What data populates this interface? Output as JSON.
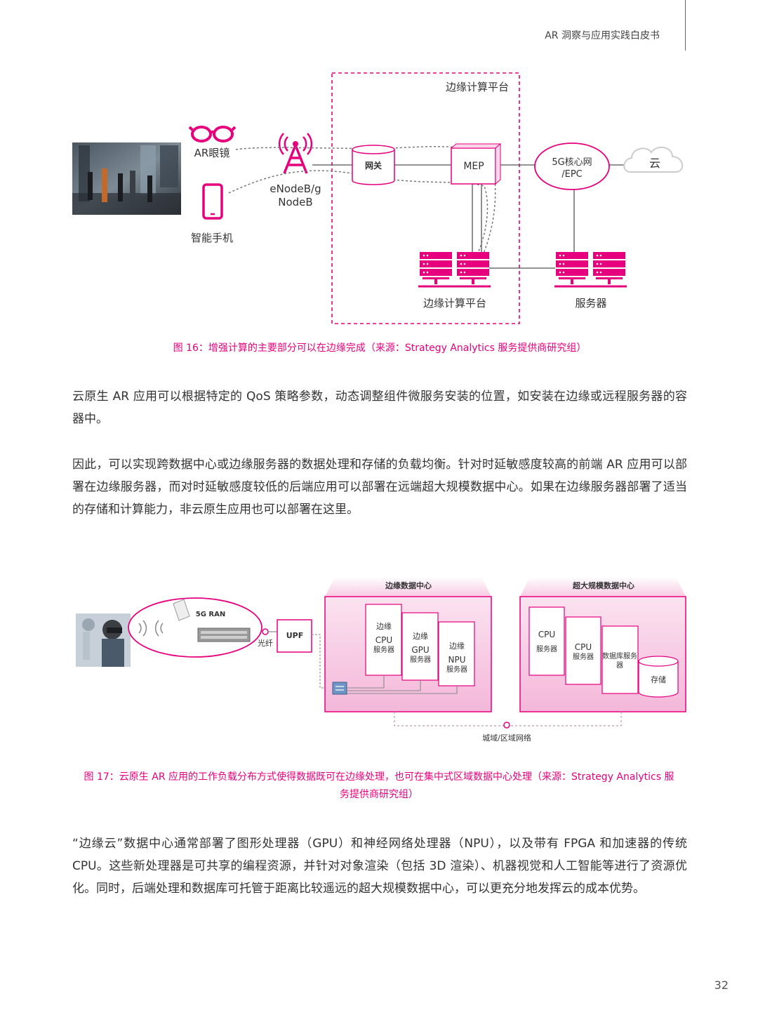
{
  "header": {
    "title": "AR 洞察与应用实践白皮书"
  },
  "page_number": "32",
  "figure16": {
    "platform_title": "边缘计算平台",
    "ar_glasses": "AR眼镜",
    "smartphone": "智能手机",
    "enodeb_line1": "eNodeB/g",
    "enodeb_line2": "NodeB",
    "gateway": "网关",
    "mep": "MEP",
    "core_line1": "5G核心网",
    "core_line2": "/EPC",
    "cloud": "云",
    "edge_servers": "边缘计算平台",
    "servers": "服务器",
    "caption": "图 16：增强计算的主要部分可以在边缘完成（来源：Strategy Analytics 服务提供商研究组）",
    "colors": {
      "accent": "#e6007e",
      "line": "#555555"
    }
  },
  "paragraphs": {
    "p1": "云原生 AR 应用可以根据特定的 QoS 策略参数，动态调整组件微服务安装的位置，如安装在边缘或远程服务器的容器中。",
    "p2": "因此，可以实现跨数据中心或边缘服务器的数据处理和存储的负载均衡。针对时延敏感度较高的前端 AR 应用可以部署在边缘服务器，而对时延敏感度较低的后端应用可以部署在远端超大规模数据中心。如果在边缘服务器部署了适当的存储和计算能力，非云原生应用也可以部署在这里。",
    "p3": "“边缘云”数据中心通常部署了图形处理器（GPU）和神经网络处理器（NPU），以及带有 FPGA 和加速器的传统 CPU。这些新处理器是可共享的编程资源，并针对对象渲染（包括 3D 渲染）、机器视觉和人工智能等进行了资源优化。同时，后端处理和数据库可托管于距离比较遥远的超大规模数据中心，可以更充分地发挥云的成本优势。"
  },
  "figure17": {
    "ran": "5G RAN",
    "fiber": "光纤",
    "upf": "UPF",
    "edge_dc_title": "边缘数据中心",
    "edge_cpu": [
      "边缘",
      "CPU",
      "服务器"
    ],
    "edge_gpu": [
      "边缘",
      "GPU",
      "服务器"
    ],
    "edge_npu": [
      "边缘",
      "NPU",
      "服务器"
    ],
    "hyper_dc_title": "超大规模数据中心",
    "cpu1": [
      "CPU",
      "服务器"
    ],
    "cpu2": [
      "CPU",
      "服务器"
    ],
    "db": [
      "数据库服务",
      "器"
    ],
    "storage": "存储",
    "network": "城域/区域网络",
    "caption_line1": "图 17：云原生 AR 应用的工作负载分布方式使得数据既可在边缘处理，也可在集中式区域数据中心处理（来源：Strategy Analytics 服",
    "caption_line2": "务提供商研究组）"
  }
}
